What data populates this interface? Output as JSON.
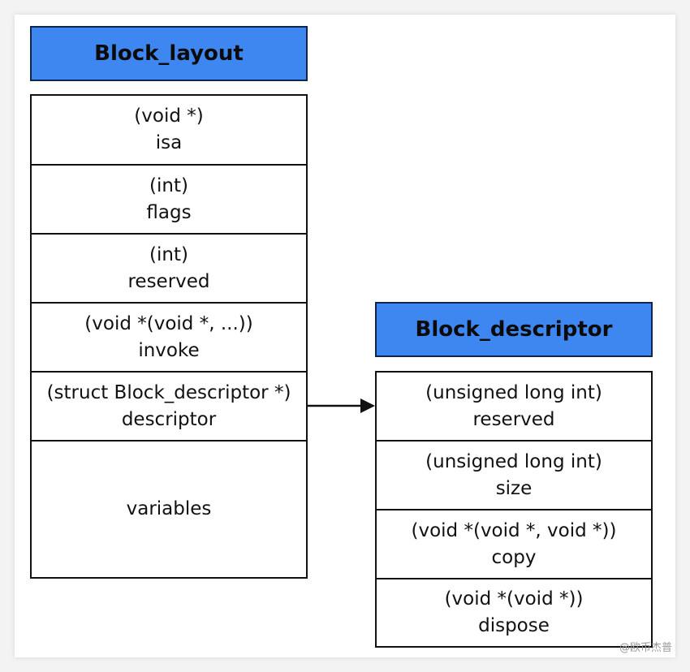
{
  "block_layout": {
    "title": "Block_layout",
    "fields": [
      {
        "type": "(void *)",
        "name": "isa"
      },
      {
        "type": "(int)",
        "name": "flags"
      },
      {
        "type": "(int)",
        "name": "reserved"
      },
      {
        "type": "(void *(void *, ...))",
        "name": "invoke"
      },
      {
        "type": "(struct Block_descriptor *)",
        "name": "descriptor"
      },
      {
        "type": "",
        "name": "variables"
      }
    ]
  },
  "block_descriptor": {
    "title": "Block_descriptor",
    "fields": [
      {
        "type": "(unsigned long int)",
        "name": "reserved"
      },
      {
        "type": "(unsigned long int)",
        "name": "size"
      },
      {
        "type": "(void *(void *, void *))",
        "name": "copy"
      },
      {
        "type": "(void *(void *))",
        "name": "dispose"
      }
    ]
  },
  "watermark": "@欧币杰普"
}
